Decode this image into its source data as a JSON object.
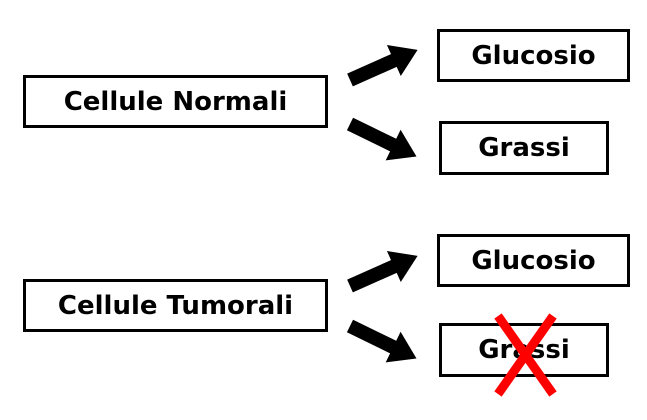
{
  "normal": {
    "source": "Cellule Normali",
    "glucose": "Glucosio",
    "fat": "Grassi"
  },
  "tumor": {
    "source": "Cellule Tumorali",
    "glucose": "Glucosio",
    "fat": "Grassi"
  },
  "colors": {
    "line": "#000000",
    "cross": "#ff0000"
  }
}
